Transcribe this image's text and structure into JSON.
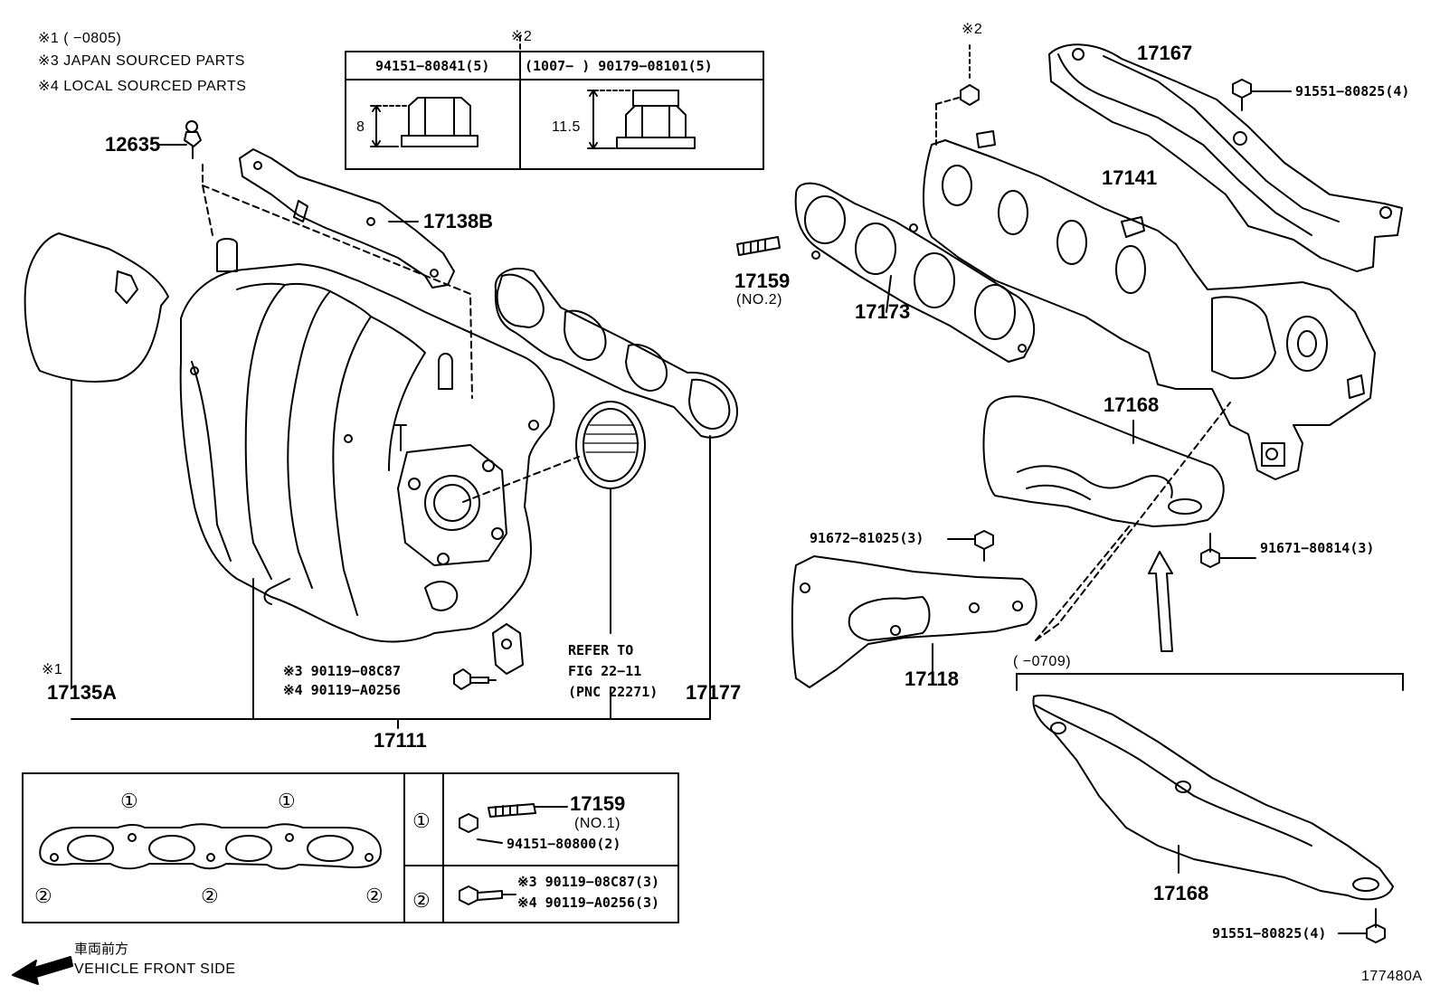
{
  "notes": {
    "n1": "※1 (   −0805)",
    "n3": "※3 JAPAN SOURCED PARTS",
    "n4": "※4 LOCAL SOURCED PARTS"
  },
  "nut_table": {
    "mark": "※2",
    "left_part": "94151−80841(5)",
    "right_part": "(1007−        ) 90179−08101(5)",
    "left_dim": "8",
    "right_dim": "11.5"
  },
  "callouts": {
    "c12635": "12635",
    "c17138B": "17138B",
    "c17135A_mark": "※1",
    "c17135A": "17135A",
    "c17111": "17111",
    "c17177": "17177",
    "refer1": "REFER TO",
    "refer2": "FIG 22−11",
    "refer3": "(PNC 22271)",
    "bolt_a": "※3 90119−08C87",
    "bolt_b": "※4 90119−A0256",
    "c17159": "17159",
    "c17159_no2": "(NO.2)",
    "c17173": "17173",
    "c17141": "17141",
    "c17167": "17167",
    "mark2": "※2",
    "c91551_top": "91551−80825(4)",
    "c17168_top": "17168",
    "c91672": "91672−81025(3)",
    "c91671": "91671−80814(3)",
    "c17118": "17118",
    "date_0709": "(       −0709)",
    "c17168_bot": "17168",
    "c91551_bot": "91551−80825(4)"
  },
  "legend_box": {
    "circle1": "①",
    "circle2": "②",
    "row1_part": "17159",
    "row1_sub": "(NO.1)",
    "row1_nut": "94151−80800(2)",
    "row2_a": "※3 90119−08C87(3)",
    "row2_b": "※4 90119−A0256(3)"
  },
  "footer": {
    "jp_front": "車両前方",
    "front": "VEHICLE FRONT SIDE",
    "fig_id": "177480A"
  }
}
